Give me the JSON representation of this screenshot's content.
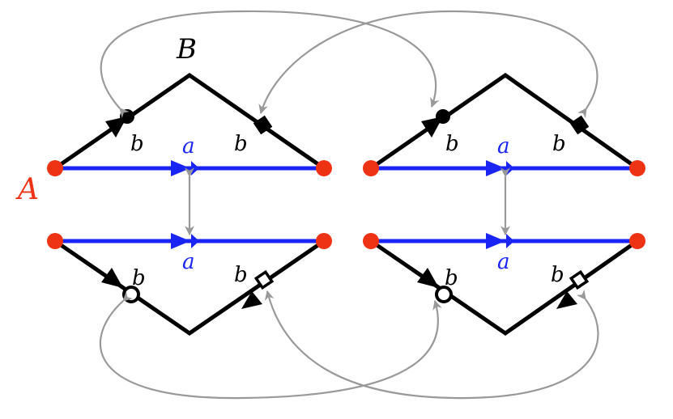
{
  "labels": {
    "A": "A",
    "B": "B",
    "a": "a",
    "b": "b"
  },
  "colors": {
    "red": "#ee3314",
    "blue": "#1a24f5",
    "black": "#000000",
    "gray": "#999999"
  }
}
